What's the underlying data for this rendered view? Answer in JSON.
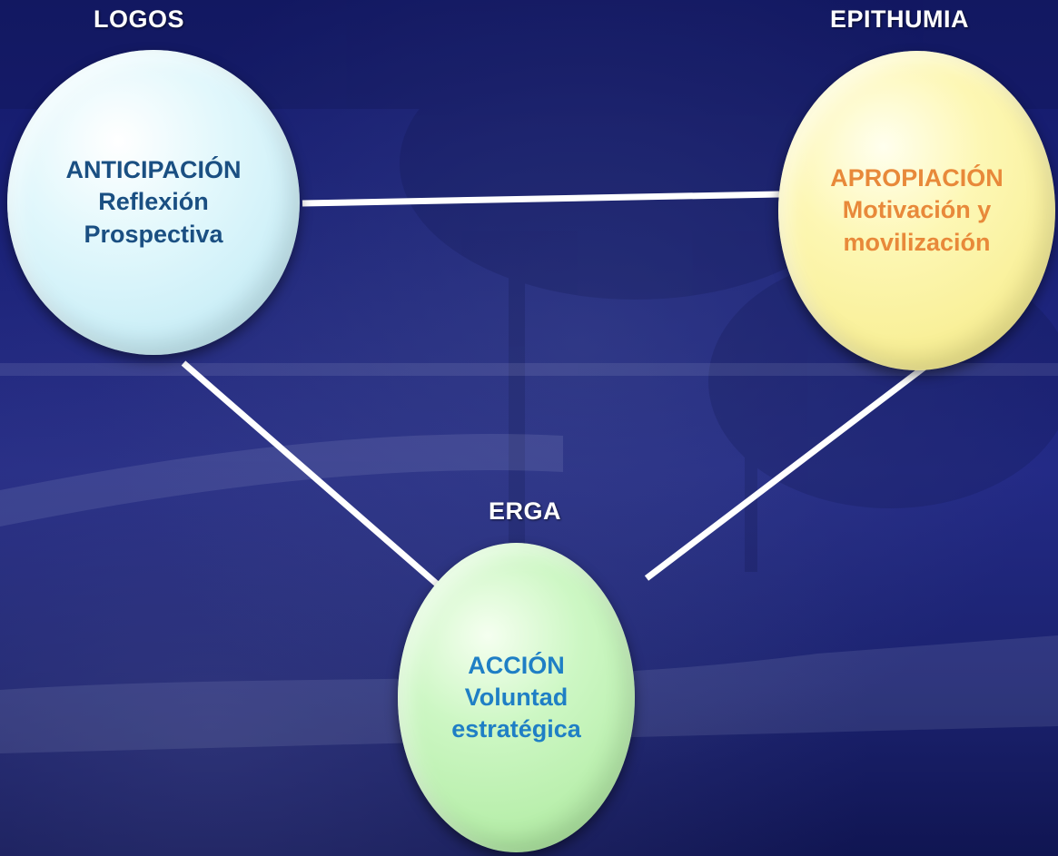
{
  "nodes": {
    "logos": {
      "title": "LOGOS",
      "line1": "ANTICIPACIÓN",
      "line2": "Reflexión",
      "line3": "Prospectiva"
    },
    "epithumia": {
      "title": "EPITHUMIA",
      "line1": "APROPIACIÓN",
      "line2": "Motivación y",
      "line3": "movilización"
    },
    "erga": {
      "title": "ERGA",
      "line1": "ACCIÓN",
      "line2": "Voluntad",
      "line3": "estratégica"
    }
  },
  "colors": {
    "background": "#1a2178",
    "connector": "#ffffff",
    "logos_fill": "#d9f4fa",
    "logos_text": "#1a4f82",
    "epithumia_fill": "#fbf3a6",
    "epithumia_text": "#e8893a",
    "erga_fill": "#c4f3b8",
    "erga_text": "#1f7fc5"
  }
}
